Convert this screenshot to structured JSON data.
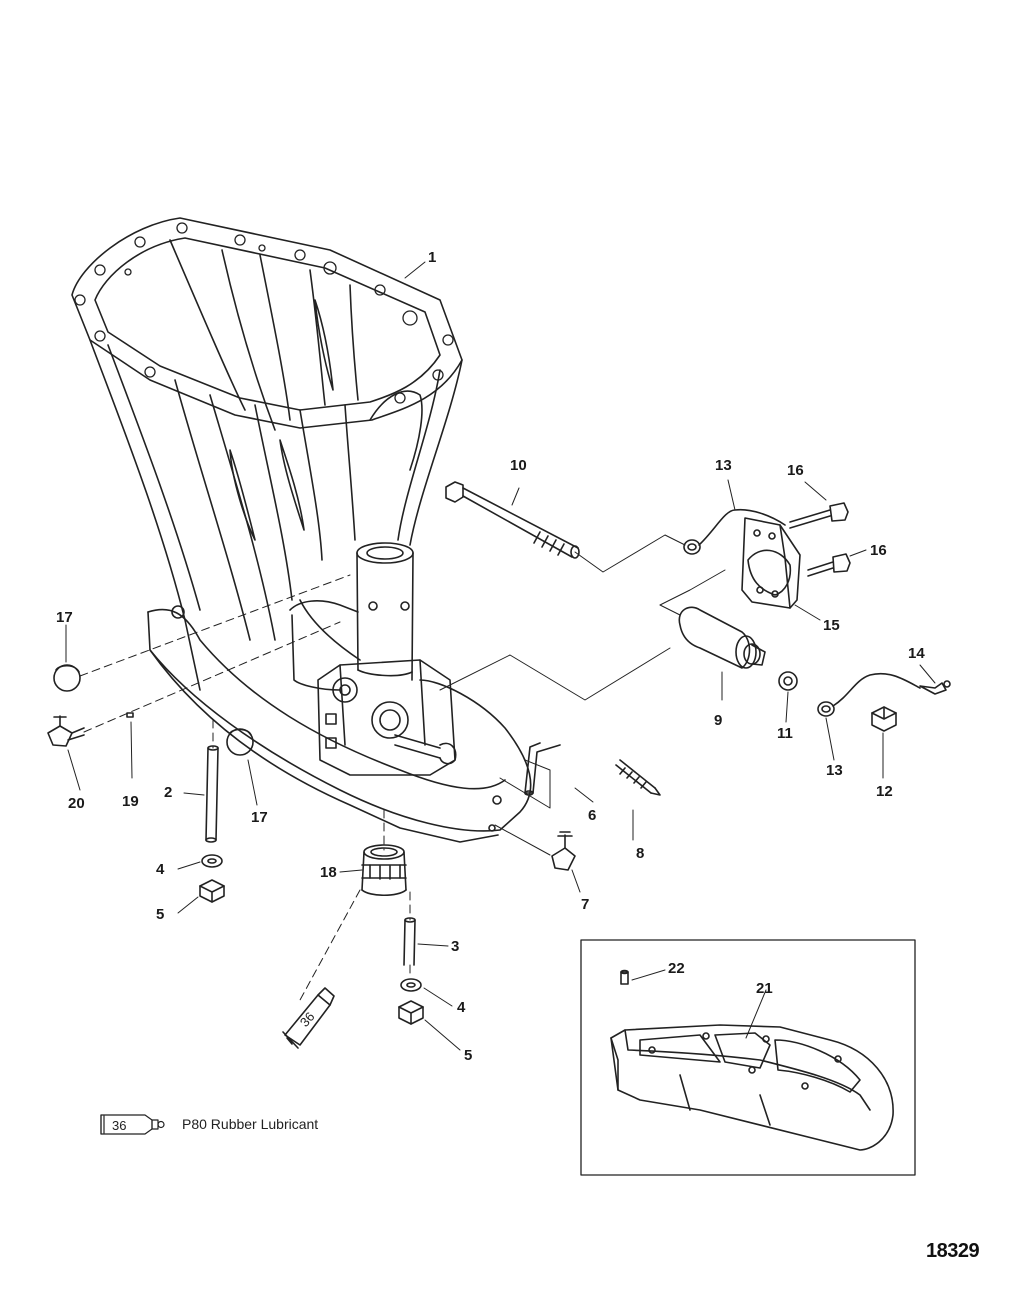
{
  "diagram": {
    "figure_number": "18329",
    "callouts": {
      "c1": "1",
      "c2": "2",
      "c3": "3",
      "c4a": "4",
      "c4b": "4",
      "c5a": "5",
      "c5b": "5",
      "c6": "6",
      "c7": "7",
      "c8": "8",
      "c9": "9",
      "c10": "10",
      "c11": "11",
      "c12": "12",
      "c13a": "13",
      "c13b": "13",
      "c14": "14",
      "c15": "15",
      "c16a": "16",
      "c16b": "16",
      "c17a": "17",
      "c17b": "17",
      "c18": "18",
      "c19": "19",
      "c20": "20",
      "c21": "21",
      "c22": "22"
    },
    "lubricant_tube_number": "36",
    "legend": {
      "tube_number": "36",
      "text": "P80 Rubber Lubricant"
    }
  }
}
